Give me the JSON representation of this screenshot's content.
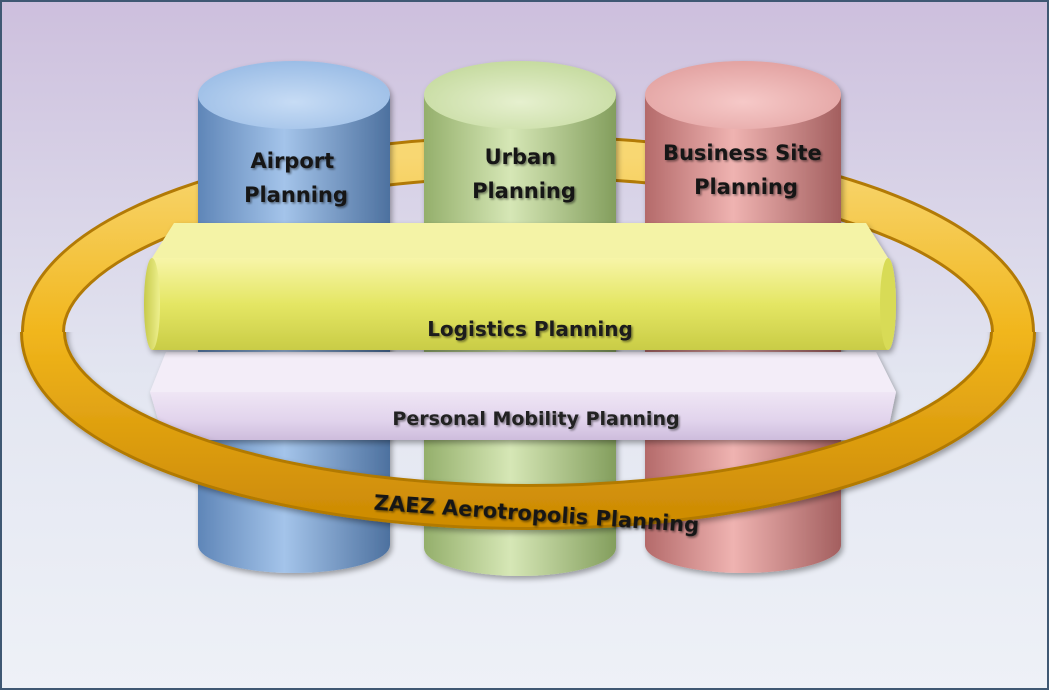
{
  "pillars": [
    {
      "label_lines": [
        "Airport",
        "Planning"
      ],
      "color": "#7ea6d6"
    },
    {
      "label_lines": [
        "Urban",
        "Planning"
      ],
      "color": "#b6cf8e"
    },
    {
      "label_lines": [
        "Business Site",
        "Planning"
      ],
      "color": "#d98d8d"
    }
  ],
  "logistics": {
    "label": "Logistics Planning",
    "color": "#e9ec6c"
  },
  "mobility": {
    "label": "Personal Mobility Planning",
    "color": "#e6d9ef"
  },
  "ring": {
    "label": "ZAEZ Aerotropolis Planning",
    "color": "#f2b91e"
  },
  "colors": {
    "background_top": "#cdbfdd",
    "background_bottom": "#eef1f7",
    "border": "#3f5873"
  }
}
